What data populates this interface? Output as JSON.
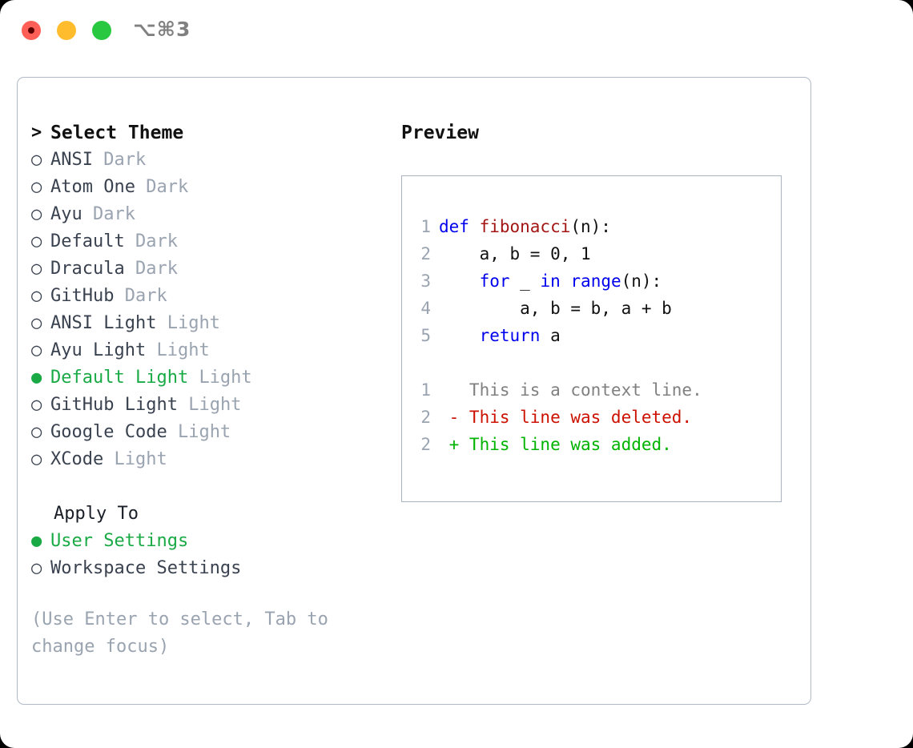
{
  "titlebar": {
    "shortcut": "⌥⌘3",
    "buttons": [
      {
        "name": "close",
        "color": "#ff5f57"
      },
      {
        "name": "minimize",
        "color": "#ffbd2e"
      },
      {
        "name": "maximize",
        "color": "#28c840"
      }
    ]
  },
  "theme_picker": {
    "header_prompt": ">",
    "header_label": "Select Theme",
    "bullet_unselected": "○",
    "bullet_selected": "●",
    "items": [
      {
        "name": "ANSI",
        "category": "Dark",
        "selected": false
      },
      {
        "name": "Atom One",
        "category": "Dark",
        "selected": false
      },
      {
        "name": "Ayu",
        "category": "Dark",
        "selected": false
      },
      {
        "name": "Default",
        "category": "Dark",
        "selected": false
      },
      {
        "name": "Dracula",
        "category": "Dark",
        "selected": false
      },
      {
        "name": "GitHub",
        "category": "Dark",
        "selected": false
      },
      {
        "name": "ANSI Light",
        "category": "Light",
        "selected": false
      },
      {
        "name": "Ayu Light",
        "category": "Light",
        "selected": false
      },
      {
        "name": "Default Light",
        "category": "Light",
        "selected": true
      },
      {
        "name": "GitHub Light",
        "category": "Light",
        "selected": false
      },
      {
        "name": "Google Code",
        "category": "Light",
        "selected": false
      },
      {
        "name": "XCode",
        "category": "Light",
        "selected": false
      }
    ]
  },
  "apply_to": {
    "label": "Apply To",
    "options": [
      {
        "label": "User Settings",
        "selected": true
      },
      {
        "label": "Workspace Settings",
        "selected": false
      }
    ]
  },
  "hint": "(Use Enter to select, Tab to change focus)",
  "preview": {
    "title": "Preview",
    "code_lines": [
      {
        "num": "1",
        "tokens": [
          {
            "t": "def ",
            "c": "kw"
          },
          {
            "t": "fibonacci",
            "c": "fn"
          },
          {
            "t": "(n):",
            "c": ""
          }
        ]
      },
      {
        "num": "2",
        "tokens": [
          {
            "t": "    a, b = 0, 1",
            "c": ""
          }
        ]
      },
      {
        "num": "3",
        "tokens": [
          {
            "t": "    ",
            "c": ""
          },
          {
            "t": "for",
            "c": "kw"
          },
          {
            "t": " _ ",
            "c": ""
          },
          {
            "t": "in",
            "c": "kw"
          },
          {
            "t": " ",
            "c": ""
          },
          {
            "t": "range",
            "c": "bi"
          },
          {
            "t": "(n):",
            "c": ""
          }
        ]
      },
      {
        "num": "4",
        "tokens": [
          {
            "t": "        a, b = b, a + b",
            "c": ""
          }
        ]
      },
      {
        "num": "5",
        "tokens": [
          {
            "t": "    ",
            "c": ""
          },
          {
            "t": "return",
            "c": "kw"
          },
          {
            "t": " a",
            "c": ""
          }
        ]
      }
    ],
    "diff_lines": [
      {
        "num": "1",
        "text": "   This is a context line.",
        "kind": "diff-ctx"
      },
      {
        "num": "2",
        "text": " - This line was deleted.",
        "kind": "diff-del"
      },
      {
        "num": "2",
        "text": " + This line was added.",
        "kind": "diff-add"
      }
    ]
  },
  "colors": {
    "selected_green": "#19aa46",
    "muted_gray": "#9aa3b0",
    "keyword_blue": "#0000ee",
    "function_red": "#a31515",
    "diff_delete": "#cc1100",
    "diff_add": "#00b300",
    "border": "#b0bac6"
  }
}
